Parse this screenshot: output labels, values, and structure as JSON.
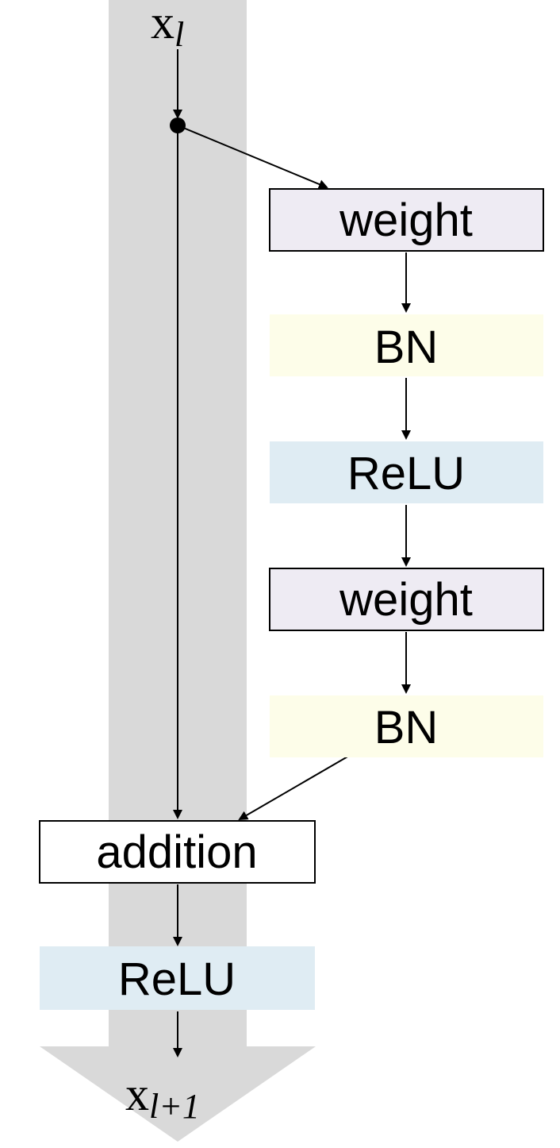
{
  "diagram": {
    "input": {
      "symbol": "x",
      "subscript": "l"
    },
    "output": {
      "symbol": "x",
      "subscript": "l+1"
    },
    "nodes": [
      {
        "id": "weight-1",
        "label": "weight",
        "fill": "#eeebf3",
        "border": true
      },
      {
        "id": "bn-1",
        "label": "BN",
        "fill": "#fdfde9",
        "border": false
      },
      {
        "id": "relu-1",
        "label": "ReLU",
        "fill": "#dfecf3",
        "border": false
      },
      {
        "id": "weight-2",
        "label": "weight",
        "fill": "#eeebf3",
        "border": true
      },
      {
        "id": "bn-2",
        "label": "BN",
        "fill": "#fdfde9",
        "border": false
      },
      {
        "id": "addition",
        "label": "addition",
        "fill": "#ffffff",
        "border": true
      },
      {
        "id": "relu-2",
        "label": "ReLU",
        "fill": "#dfecf3",
        "border": false
      }
    ],
    "colors": {
      "backbone": "#d9d9d9",
      "stroke": "#000000"
    }
  }
}
